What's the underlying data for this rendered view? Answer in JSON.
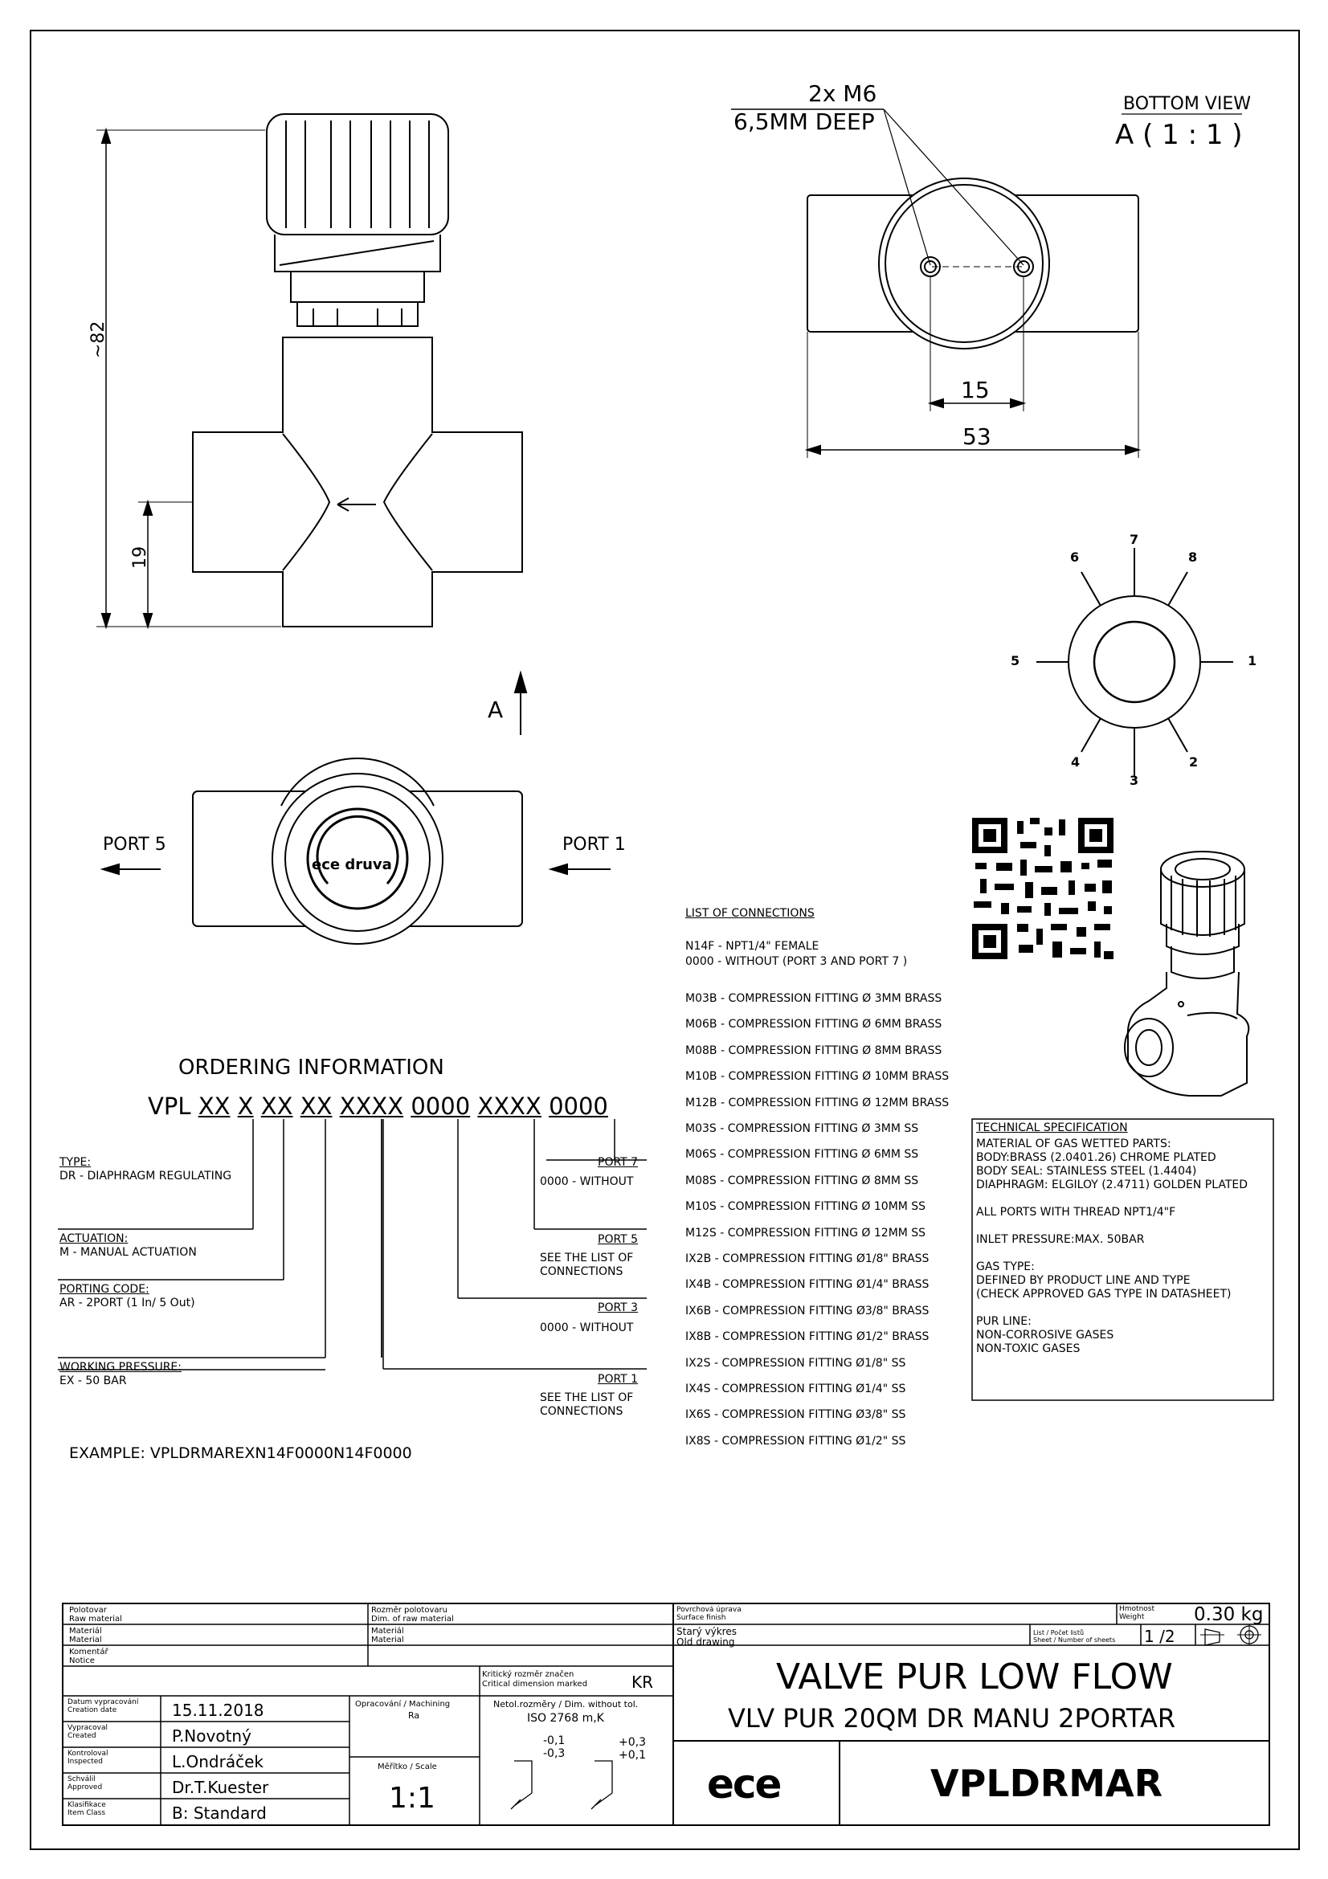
{
  "dimensions": {
    "height": "~82",
    "port_height": "19",
    "hole_spacing": "15",
    "width": "53",
    "thread": "2x M6",
    "thread_depth": "6,5MM DEEP"
  },
  "bottom_view": {
    "title": "BOTTOM VIEW",
    "scale": "A ( 1 : 1 )"
  },
  "view_marker": "A",
  "ports": {
    "left": "PORT 5",
    "right": "PORT 1"
  },
  "knob_logo": "ece druva",
  "port_diagram": [
    "1",
    "2",
    "3",
    "4",
    "5",
    "6",
    "7",
    "8"
  ],
  "ordering": {
    "title": "ORDERING INFORMATION",
    "prefix": "VPL",
    "codes": [
      "XX",
      "X",
      "XX",
      "XX",
      "XXXX",
      "0000",
      "XXXX",
      "0000"
    ],
    "left_items": [
      {
        "title": "TYPE:",
        "desc": "DR - DIAPHRAGM REGULATING"
      },
      {
        "title": "ACTUATION:",
        "desc": "M - MANUAL ACTUATION"
      },
      {
        "title": "PORTING CODE:",
        "desc": "AR - 2PORT (1 In/ 5 Out)"
      },
      {
        "title": "WORKING PRESSURE:",
        "desc": "EX - 50 BAR"
      }
    ],
    "right_items": [
      {
        "title": "PORT 7",
        "l1": "0000 - WITHOUT",
        "l2": ""
      },
      {
        "title": "PORT 5",
        "l1": "SEE THE LIST OF",
        "l2": "CONNECTIONS"
      },
      {
        "title": "PORT 3",
        "l1": "0000 - WITHOUT",
        "l2": ""
      },
      {
        "title": "PORT 1",
        "l1": "SEE THE LIST OF",
        "l2": "CONNECTIONS"
      }
    ],
    "example": "EXAMPLE: VPLDRMAREXN14F0000N14F0000"
  },
  "connections": {
    "title": "LIST OF CONNECTIONS",
    "intro": [
      "N14F - NPT1/4\" FEMALE",
      "0000 - WITHOUT (PORT 3 AND PORT 7 )"
    ],
    "items": [
      "M03B - COMPRESSION FITTING Ø 3MM BRASS",
      "M06B - COMPRESSION FITTING Ø 6MM BRASS",
      "M08B - COMPRESSION FITTING Ø 8MM BRASS",
      "M10B - COMPRESSION FITTING Ø 10MM BRASS",
      "M12B - COMPRESSION FITTING Ø 12MM BRASS",
      "M03S - COMPRESSION FITTING Ø 3MM SS",
      "M06S - COMPRESSION FITTING Ø 6MM SS",
      "M08S - COMPRESSION FITTING Ø 8MM SS",
      "M10S - COMPRESSION FITTING Ø 10MM SS",
      "M12S - COMPRESSION FITTING Ø 12MM SS",
      "IX2B - COMPRESSION FITTING Ø1/8\" BRASS",
      "IX4B - COMPRESSION FITTING Ø1/4\" BRASS",
      "IX6B - COMPRESSION FITTING Ø3/8\" BRASS",
      "IX8B - COMPRESSION FITTING Ø1/2\" BRASS",
      "IX2S - COMPRESSION FITTING Ø1/8\" SS",
      "IX4S - COMPRESSION FITTING Ø1/4\" SS",
      "IX6S - COMPRESSION FITTING Ø3/8\" SS",
      "IX8S - COMPRESSION FITTING Ø1/2\" SS"
    ]
  },
  "tech_spec": {
    "title": "TECHNICAL SPECIFICATION",
    "lines": [
      "MATERIAL OF GAS WETTED PARTS:",
      "BODY:BRASS (2.0401.26) CHROME PLATED",
      "BODY SEAL: STAINLESS STEEL (1.4404)",
      "DIAPHRAGM: ELGILOY (2.4711) GOLDEN PLATED",
      "",
      "ALL PORTS WITH THREAD NPT1/4\"F",
      "",
      "INLET PRESSURE:MAX. 50BAR",
      "",
      "GAS TYPE:",
      "DEFINED BY PRODUCT LINE AND TYPE",
      "(CHECK APPROVED GAS TYPE IN DATASHEET)",
      "",
      "PUR LINE:",
      "NON-CORROSIVE GASES",
      "NON-TOXIC GASES"
    ]
  },
  "title_block": {
    "raw_material": [
      "Polotovar",
      "Raw material"
    ],
    "dim_raw": [
      "Rozměr polotovaru",
      "Dim. of raw material"
    ],
    "material": [
      "Materiál",
      "Material"
    ],
    "material2": [
      "Materiál",
      "Material"
    ],
    "notice": [
      "Komentář",
      "Notice"
    ],
    "critical": [
      "Kritický rozměr značen",
      "Critical dimension marked"
    ],
    "critical_mark": "KR",
    "creation_date_lab": [
      "Datum vypracování",
      "Creation date"
    ],
    "creation_date": "15.11.2018",
    "created_lab": [
      "Vypracoval",
      "Created"
    ],
    "created": "P.Novotný",
    "inspected_lab": [
      "Kontroloval",
      "Inspected"
    ],
    "inspected": "L.Ondráček",
    "approved_lab": [
      "Schválil",
      "Approved"
    ],
    "approved": "Dr.T.Kuester",
    "class_lab": [
      "Klasifikace",
      "Item Class"
    ],
    "item_class": "B: Standard",
    "machining_lab": "Opracování / Machining",
    "machining": "Ra",
    "tolerance_lab": "Netol.rozměry / Dim. without tol.",
    "tolerance": "ISO 2768 m,K",
    "tol_a": [
      "-0,1",
      "-0,3"
    ],
    "tol_b": [
      "+0,3",
      "+0,1"
    ],
    "scale_lab": "Měřítko / Scale",
    "scale": "1:1",
    "surface_lab": [
      "Povrchová úprava",
      "Surface finish"
    ],
    "old_lab": [
      "Starý výkres",
      "Old drawing"
    ],
    "weight_lab": [
      "Hmotnost",
      "Weight"
    ],
    "weight": "0.30 kg",
    "sheet_lab": [
      "List / Počet listů",
      "Sheet / Number of sheets"
    ],
    "sheet": "1 /2",
    "title1": "VALVE PUR LOW FLOW",
    "title2": "VLV PUR 20QM DR MANU 2PORTAR",
    "logo": "ece",
    "part_no": "VPLDRMAR"
  }
}
